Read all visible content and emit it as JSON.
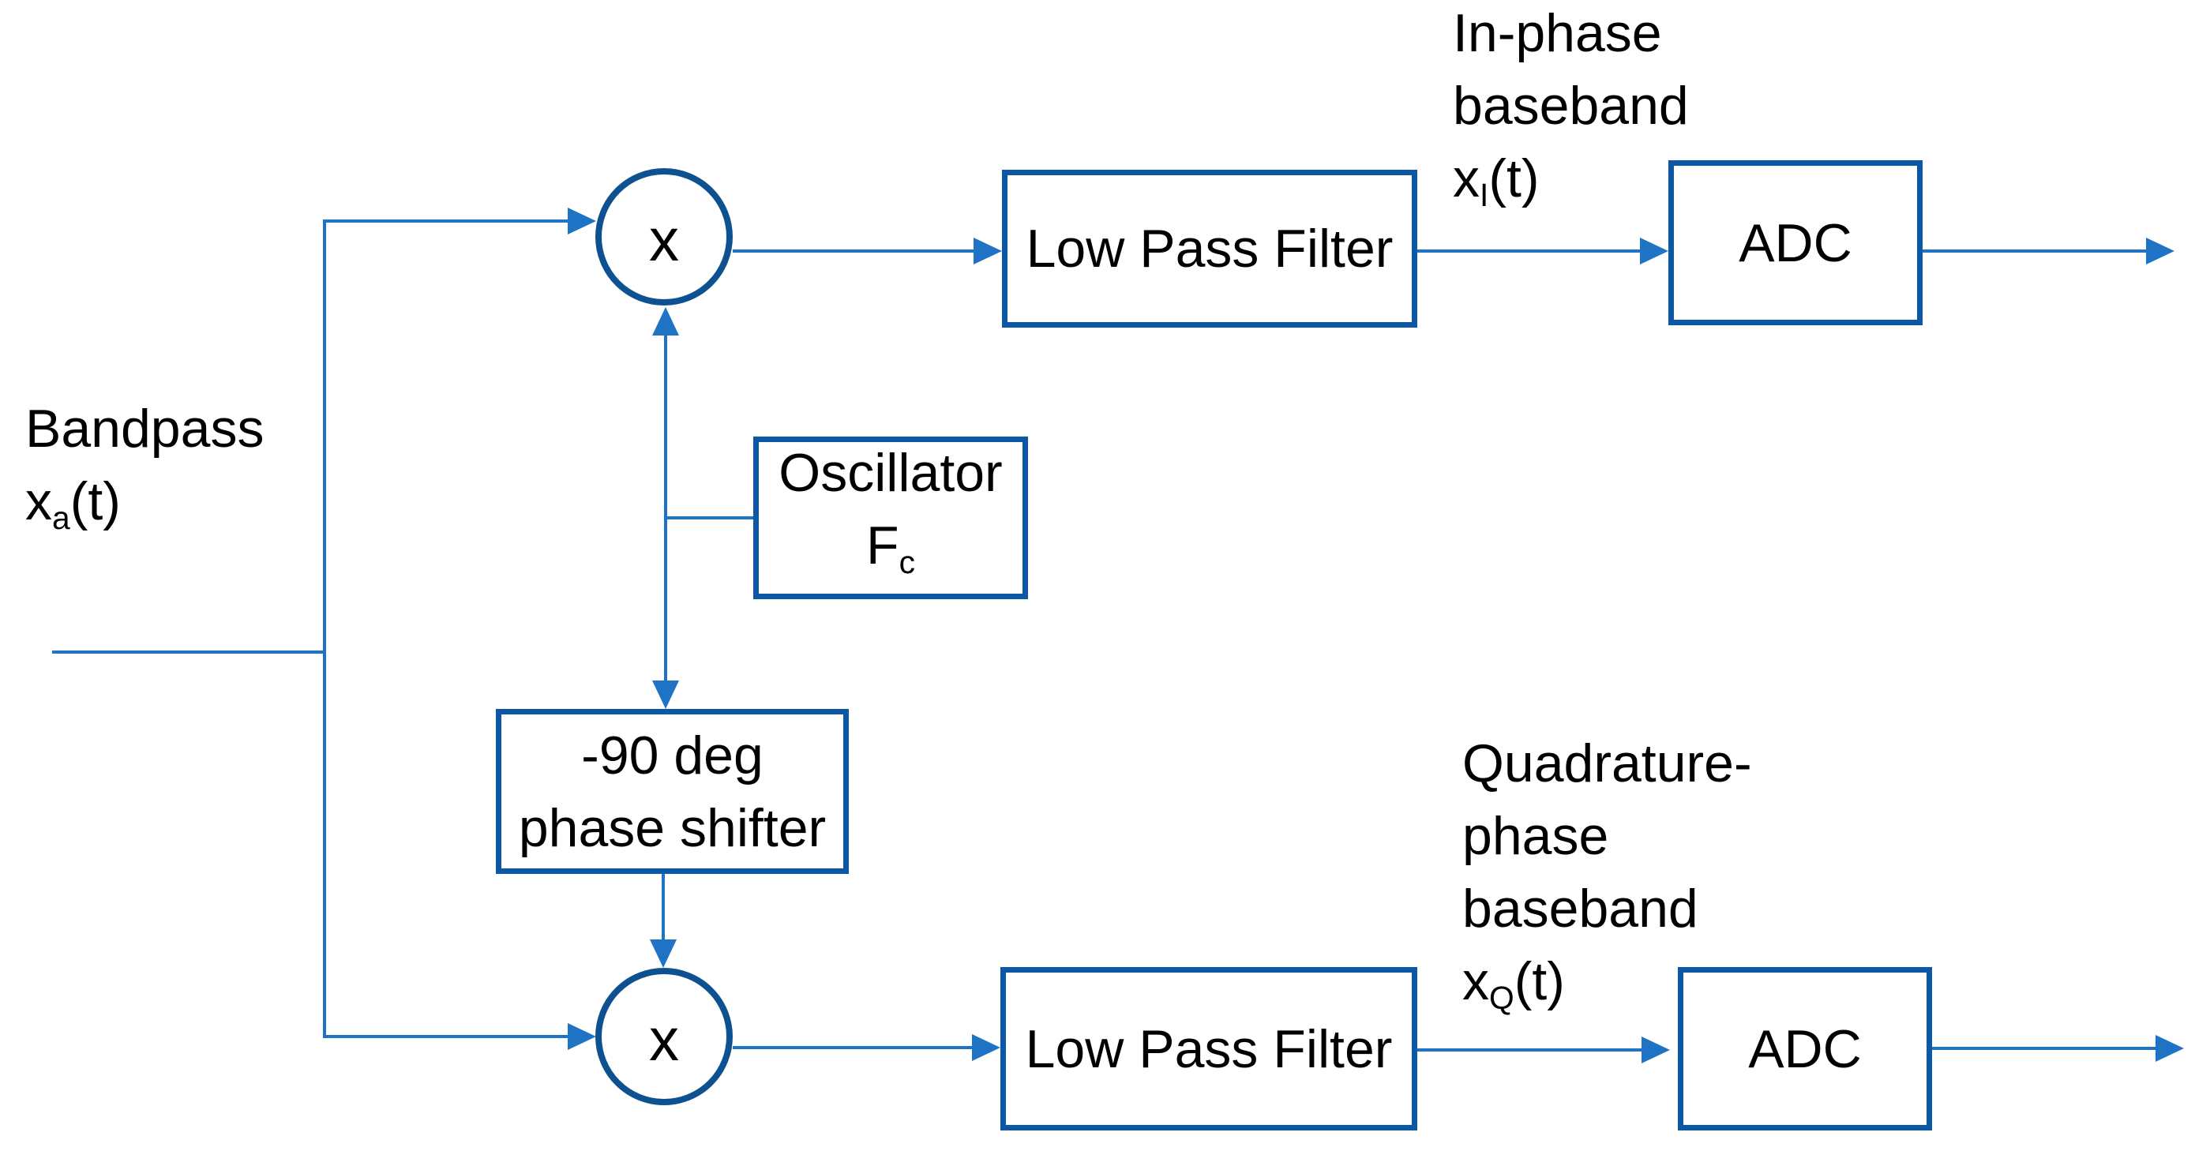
{
  "labels": {
    "input": {
      "line1": "Bandpass",
      "signal": {
        "base": "x",
        "sub": "a",
        "rest": "(t)"
      }
    },
    "multiplier_top": "x",
    "multiplier_bottom": "x",
    "lpf_top": "Low Pass Filter",
    "lpf_bottom": "Low Pass Filter",
    "oscillator": {
      "line1": "Oscillator",
      "f": {
        "base": "F",
        "sub": "c"
      }
    },
    "phase_shifter": {
      "line1": "-90 deg",
      "line2": "phase shifter"
    },
    "adc_top": "ADC",
    "adc_bottom": "ADC",
    "in_phase": {
      "line1": "In-phase",
      "line2": "baseband",
      "signal": {
        "base": "x",
        "sub": "I",
        "rest": "(t)"
      }
    },
    "quadrature": {
      "line1": "Quadrature-",
      "line2": "phase",
      "line3": "baseband",
      "signal": {
        "base": "x",
        "sub": "Q",
        "rest": "(t)"
      }
    }
  },
  "colors": {
    "connector": "#1E73C4",
    "box_border": "#0C57A6",
    "circle_border": "#0E5191",
    "text": "#000000",
    "background": "#FFFFFF"
  }
}
